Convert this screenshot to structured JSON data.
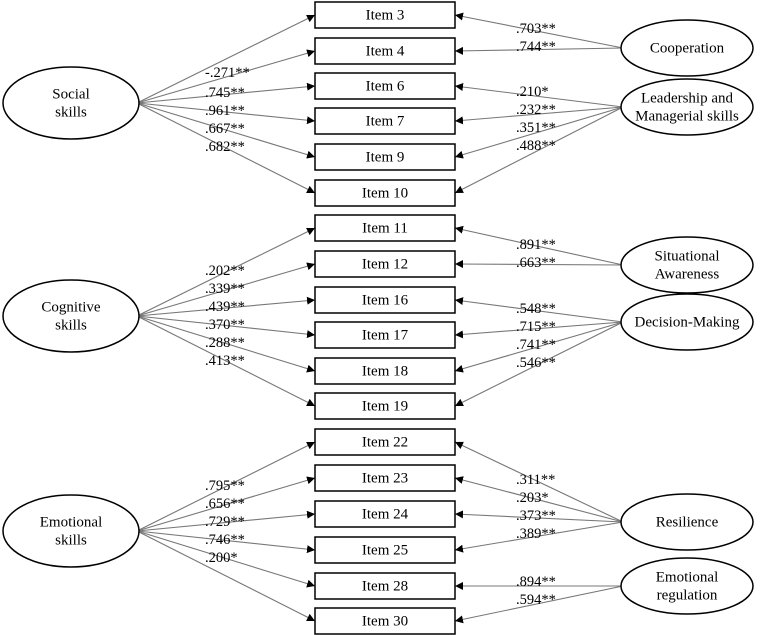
{
  "items": [
    "Item 3",
    "Item 4",
    "Item 6",
    "Item 7",
    "Item 9",
    "Item 10",
    "Item 11",
    "Item 12",
    "Item 16",
    "Item 17",
    "Item 18",
    "Item 19",
    "Item 22",
    "Item 23",
    "Item 24",
    "Item 25",
    "Item 28",
    "Item 30"
  ],
  "left_factors": [
    {
      "lines": [
        "Social",
        "skills"
      ],
      "loadings": [
        "-.271**",
        ".745**",
        ".961**",
        ".667**",
        ".682**"
      ]
    },
    {
      "lines": [
        "Cognitive",
        "skills"
      ],
      "loadings": [
        ".202**",
        ".339**",
        ".439**",
        ".370**",
        ".288**",
        ".413**"
      ]
    },
    {
      "lines": [
        "Emotional",
        "skills"
      ],
      "loadings": [
        ".795**",
        ".656**",
        ".729**",
        ".746**",
        ".200*"
      ]
    }
  ],
  "right_factors": [
    {
      "lines": [
        "Cooperation"
      ],
      "loadings": [
        ".703**",
        ".744**"
      ]
    },
    {
      "lines": [
        "Leadership and",
        "Managerial skills"
      ],
      "loadings": [
        ".210*",
        ".232**",
        ".351**",
        ".488**"
      ]
    },
    {
      "lines": [
        "Situational",
        "Awareness"
      ],
      "loadings": [
        ".891**",
        ".663**"
      ]
    },
    {
      "lines": [
        "Decision-Making"
      ],
      "loadings": [
        ".548**",
        ".715**",
        ".741**",
        ".546**"
      ]
    },
    {
      "lines": [
        "Resilience"
      ],
      "loadings": [
        ".311**",
        ".203*",
        ".373**",
        ".389**"
      ]
    },
    {
      "lines": [
        "Emotional",
        "regulation"
      ],
      "loadings": [
        ".894**",
        ".594**"
      ]
    }
  ]
}
